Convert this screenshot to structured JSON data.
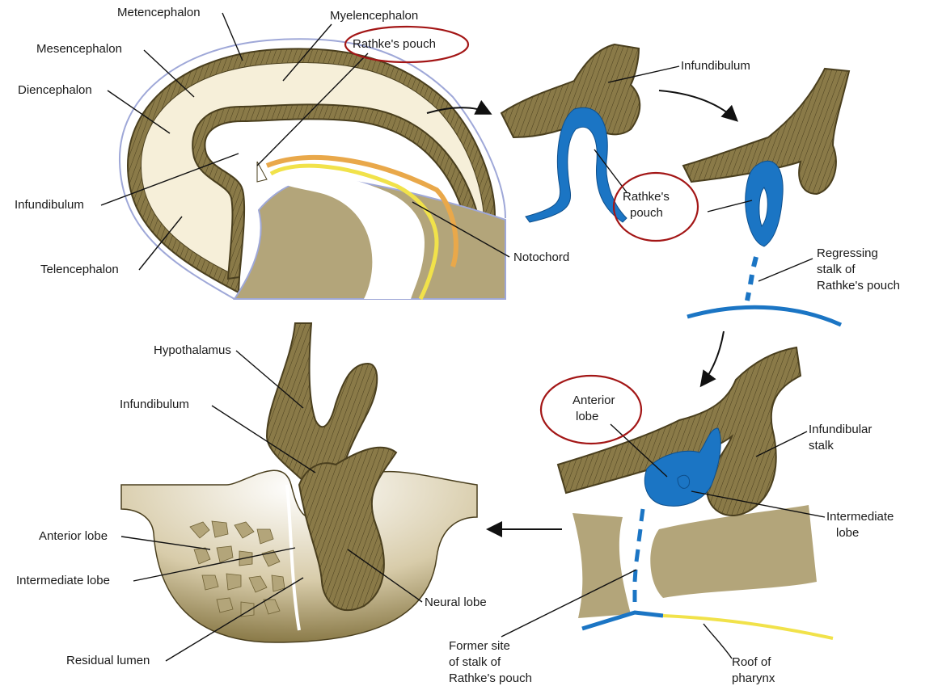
{
  "palette": {
    "tissue": "#8a7a48",
    "tissue_dark": "#4a3f1e",
    "brain_fill": "#f6efd9",
    "pouch_blue": "#1b75c4",
    "notochord_orange": "#e9a84a",
    "pharynx_yellow": "#f1e24a",
    "highlight_circle": "#a31616",
    "bone": "#b3a57a"
  },
  "stage1": {
    "metencephalon": "Metencephalon",
    "myelencephalon": "Myelencephalon",
    "rathkes_pouch": "Rathke's pouch",
    "mesencephalon": "Mesencephalon",
    "diencephalon": "Diencephalon",
    "infundibulum": "Infundibulum",
    "telencephalon": "Telencephalon",
    "notochord": "Notochord"
  },
  "stage2": {
    "infundibulum": "Infundibulum",
    "rathkes_pouch_1": "Rathke's",
    "rathkes_pouch_2": "pouch"
  },
  "stage3": {
    "regressing_1": "Regressing",
    "regressing_2": "stalk of",
    "regressing_3": "Rathke's pouch"
  },
  "stage4": {
    "anterior_lobe_1": "Anterior",
    "anterior_lobe_2": "lobe",
    "infundibular_stalk_1": "Infundibular",
    "infundibular_stalk_2": "stalk",
    "intermediate_lobe_1": "Intermediate",
    "intermediate_lobe_2": "lobe",
    "former_site_1": "Former site",
    "former_site_2": "of stalk of",
    "former_site_3": "Rathke's pouch",
    "roof_1": "Roof of",
    "roof_2": "pharynx"
  },
  "stage5": {
    "hypothalamus": "Hypothalamus",
    "infundibulum": "Infundibulum",
    "anterior_lobe": "Anterior lobe",
    "intermediate_lobe": "Intermediate lobe",
    "neural_lobe": "Neural lobe",
    "residual_lumen": "Residual lumen"
  }
}
